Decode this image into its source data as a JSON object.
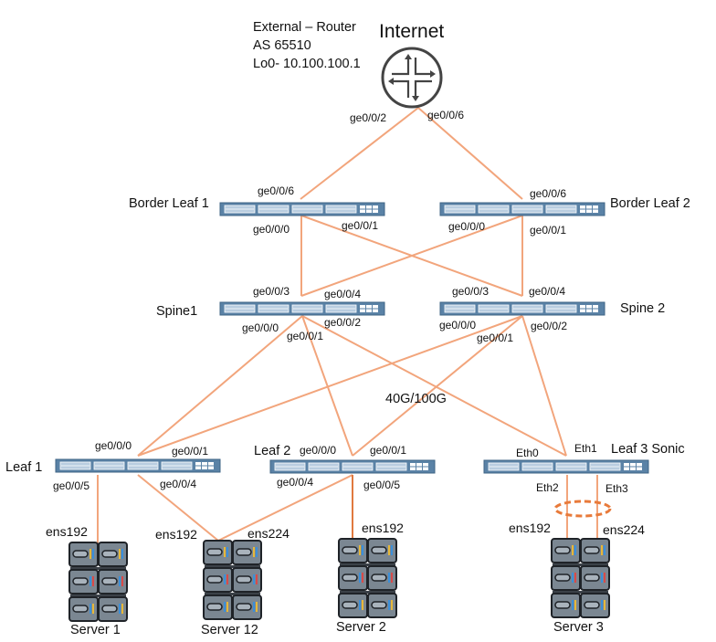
{
  "diagram": {
    "link_color": "#f2a57c",
    "lag_color": "#e87a3a",
    "switch_color": "#5a82a6",
    "external_router": {
      "title": "Internet",
      "info_lines": [
        "External – Router",
        "AS 65510",
        "Lo0- 10.100.100.1"
      ],
      "ports": {
        "left": "ge0/0/2",
        "right": "ge0/0/6"
      }
    },
    "border_leaf_1": {
      "name": "Border Leaf 1",
      "ports": {
        "up": "ge0/0/6",
        "down_left": "ge0/0/0",
        "down_right": "ge0/0/1"
      }
    },
    "border_leaf_2": {
      "name": "Border Leaf 2",
      "ports": {
        "up": "ge0/0/6",
        "down_left": "ge0/0/0",
        "down_right": "ge0/0/1"
      }
    },
    "spine_1": {
      "name": "Spine1",
      "ports": {
        "up_left": "ge0/0/3",
        "up_right": "ge0/0/4",
        "down_left": "ge0/0/0",
        "down_mid": "ge0/0/1",
        "down_right": "ge0/0/2"
      }
    },
    "spine_2": {
      "name": "Spine 2",
      "ports": {
        "up_left": "ge0/0/3",
        "up_right": "ge0/0/4",
        "down_left": "ge0/0/0",
        "down_mid": "ge0/0/1",
        "down_right": "ge0/0/2"
      }
    },
    "link_speed_label": "40G/100G",
    "leaf_1": {
      "name": "Leaf 1",
      "ports": {
        "up_left": "ge0/0/0",
        "up_right": "ge0/0/1",
        "down_left": "ge0/0/5",
        "down_right": "ge0/0/4"
      }
    },
    "leaf_2": {
      "name": "Leaf 2",
      "ports": {
        "up_left": "ge0/0/0",
        "up_right": "ge0/0/1",
        "down_left": "ge0/0/4",
        "down_right": "ge0/0/5"
      }
    },
    "leaf_3": {
      "name": "Leaf 3 Sonic",
      "ports": {
        "up_left": "Eth0",
        "up_right": "Eth1",
        "down_left": "Eth2",
        "down_right": "Eth3"
      }
    },
    "servers": [
      {
        "name": "Server 1",
        "nics": [
          "ens192"
        ]
      },
      {
        "name": "Server 12",
        "nics": [
          "ens192",
          "ens224"
        ]
      },
      {
        "name": "Server 2",
        "nics": [
          "ens192"
        ]
      },
      {
        "name": "Server 3",
        "nics": [
          "ens192",
          "ens224"
        ]
      }
    ]
  }
}
